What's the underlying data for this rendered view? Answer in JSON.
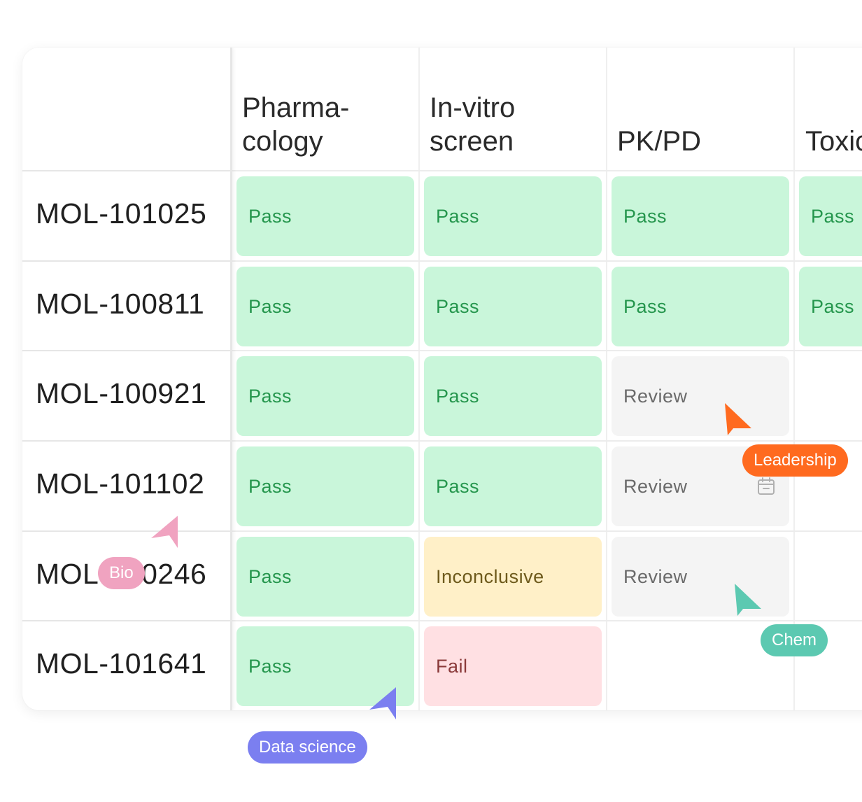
{
  "columns": [
    {
      "label": "Pharma-\ncology"
    },
    {
      "label": "In-vitro\nscreen"
    },
    {
      "label": "PK/PD"
    },
    {
      "label": "Toxic"
    }
  ],
  "rows": [
    {
      "id": "MOL-101025",
      "cells": [
        "Pass",
        "Pass",
        "Pass",
        "Pass"
      ]
    },
    {
      "id": "MOL-100811",
      "cells": [
        "Pass",
        "Pass",
        "Pass",
        "Pass"
      ]
    },
    {
      "id": "MOL-100921",
      "cells": [
        "Pass",
        "Pass",
        "Review",
        ""
      ]
    },
    {
      "id": "MOL-101102",
      "cells": [
        "Pass",
        "Pass",
        "Review",
        ""
      ]
    },
    {
      "id": "MOL-100246",
      "cells": [
        "Pass",
        "Inconclusive",
        "Review",
        ""
      ]
    },
    {
      "id": "MOL-101641",
      "cells": [
        "Pass",
        "Fail",
        "",
        ""
      ]
    }
  ],
  "status_colors": {
    "pass_bg": "#c9f6da",
    "pass_text": "#25964d",
    "review_bg": "#f4f4f4",
    "review_text": "#6a6a6a",
    "inconclusive_bg": "#fff0c8",
    "inconclusive_text": "#6e5a1c",
    "fail_bg": "#ffe0e3",
    "fail_text": "#8a3a3a"
  },
  "collaborators": [
    {
      "name": "Leadership",
      "color": "#ff6a1f"
    },
    {
      "name": "Bio",
      "color": "#f0a3c0"
    },
    {
      "name": "Chem",
      "color": "#5cc9b1"
    },
    {
      "name": "Data science",
      "color": "#7b7ff0"
    }
  ],
  "icons": {
    "review_row_4": "calendar-icon"
  }
}
